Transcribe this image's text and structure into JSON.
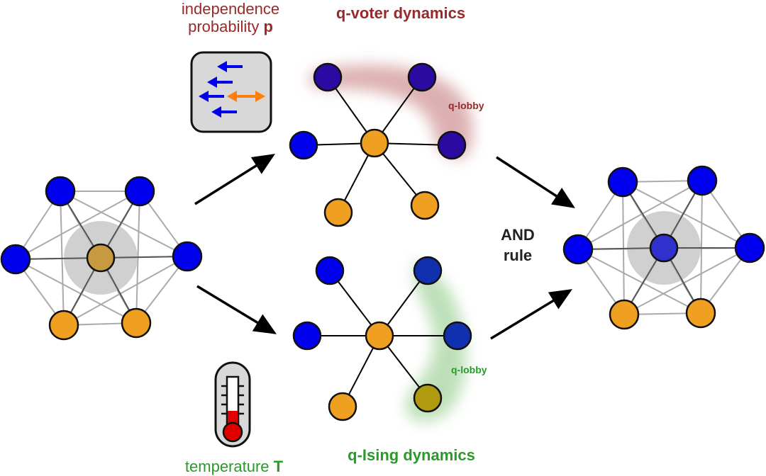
{
  "labels": {
    "independence_line1": "independence",
    "independence_line2": "probability ",
    "independence_symbol": "p",
    "qvoter_title": "q-voter dynamics",
    "qising_title": "q-Ising dynamics",
    "temperature_text": "temperature ",
    "temperature_symbol": "T",
    "qlobby_top": "q-lobby",
    "qlobby_bottom": "q-lobby",
    "and_line1": "AND",
    "and_line2": "rule"
  },
  "colors": {
    "blue_node": "#0000ee",
    "orange_node": "#f0a020",
    "dark_blue_node": "#2a0aa0",
    "lobby_blue_node": "#1030b0",
    "olive_node": "#b09a10",
    "center_left": "#c89a40",
    "center_right": "#3030cc",
    "voter_lobby_shade": "#d9a8aa",
    "ising_lobby_shade": "#b6dcb0",
    "voter_text": "#962a2a",
    "ising_text": "#2a9a2a",
    "orange_arrow": "#ff7f0e",
    "thermo_red": "#e00000"
  },
  "icons": [
    "independence-box-icon",
    "thermometer-icon"
  ]
}
